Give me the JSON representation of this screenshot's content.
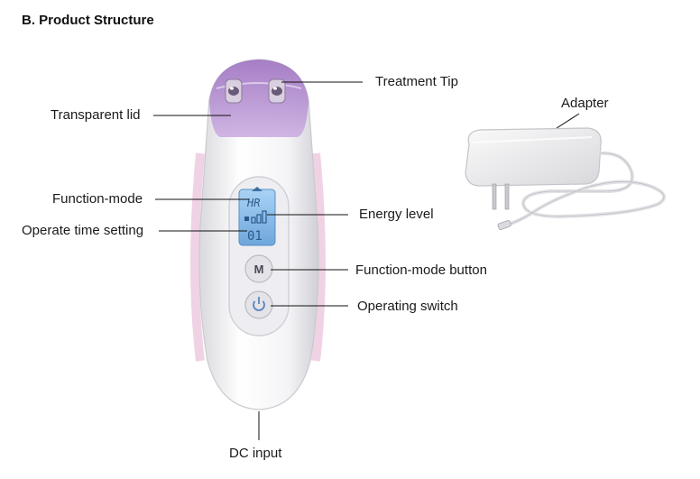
{
  "title": "B. Product Structure",
  "labels": {
    "treatment_tip": "Treatment Tip",
    "transparent_lid": "Transparent lid",
    "adapter": "Adapter",
    "function_mode": "Function-mode",
    "energy_level": "Energy level",
    "operate_time_setting": "Operate time setting",
    "function_mode_button": "Function-mode button",
    "operating_switch": "Operating switch",
    "dc_input": "DC input"
  },
  "display": {
    "mode_text": "HR",
    "time_text": "01"
  },
  "buttons": {
    "mode_button_label": "M",
    "power_icon": "power-icon"
  },
  "colors": {
    "device_body": "#f1f1f4",
    "lid_purple": "#b48bd0",
    "lcd_blue": "#7fb6e6",
    "pink_edge": "#e8c3dc"
  }
}
